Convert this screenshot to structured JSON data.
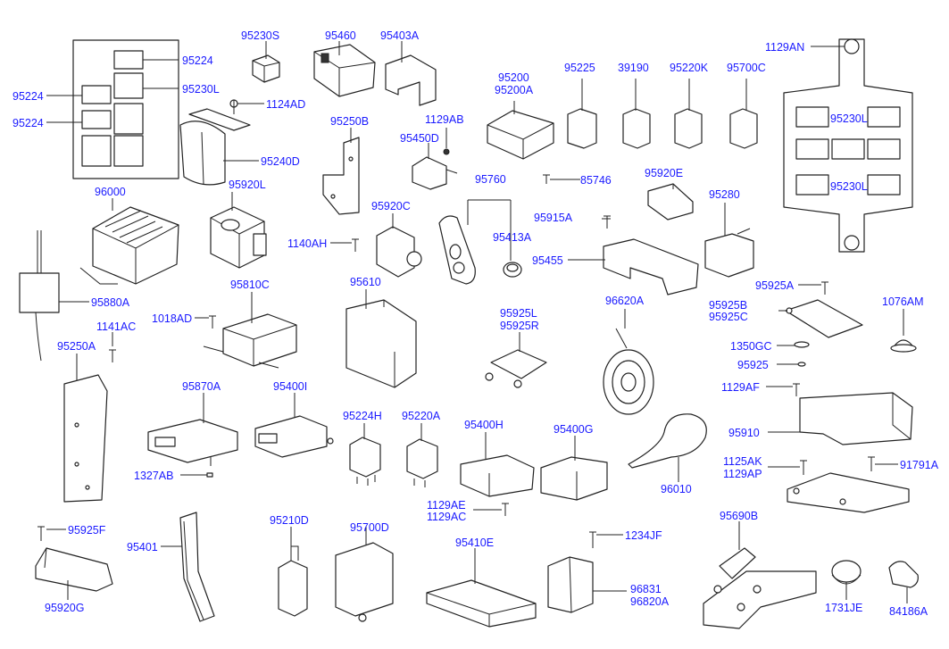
{
  "parts": [
    {
      "id": "p1",
      "label": "95230S"
    },
    {
      "id": "p2",
      "label": "95460"
    },
    {
      "id": "p3",
      "label": "95403A"
    },
    {
      "id": "p4",
      "label": "95224"
    },
    {
      "id": "p5",
      "label": "95224"
    },
    {
      "id": "p6",
      "label": "95224"
    },
    {
      "id": "p7",
      "label": "95230L"
    },
    {
      "id": "p8",
      "label": "1124AD"
    },
    {
      "id": "p9",
      "label": "95240D"
    },
    {
      "id": "p10",
      "label": "95250B"
    },
    {
      "id": "p11",
      "label": "1129AB"
    },
    {
      "id": "p12",
      "label": "95450D"
    },
    {
      "id": "p13",
      "label": "95200"
    },
    {
      "id": "p14",
      "label": "95200A"
    },
    {
      "id": "p15",
      "label": "95225"
    },
    {
      "id": "p16",
      "label": "39190"
    },
    {
      "id": "p17",
      "label": "95220K"
    },
    {
      "id": "p18",
      "label": "95700C"
    },
    {
      "id": "p19",
      "label": "1129AN"
    },
    {
      "id": "p20",
      "label": "95230L"
    },
    {
      "id": "p21",
      "label": "95230L"
    },
    {
      "id": "p22",
      "label": "85746"
    },
    {
      "id": "p23",
      "label": "95920E"
    },
    {
      "id": "p24",
      "label": "95280"
    },
    {
      "id": "p25",
      "label": "96000"
    },
    {
      "id": "p26",
      "label": "95920L"
    },
    {
      "id": "p27",
      "label": "95920C"
    },
    {
      "id": "p28",
      "label": "95760"
    },
    {
      "id": "p29",
      "label": "95915A"
    },
    {
      "id": "p30",
      "label": "1140AH"
    },
    {
      "id": "p31",
      "label": "95413A"
    },
    {
      "id": "p32",
      "label": "95455"
    },
    {
      "id": "p33",
      "label": "95880A"
    },
    {
      "id": "p34",
      "label": "95810C"
    },
    {
      "id": "p35",
      "label": "95610"
    },
    {
      "id": "p36",
      "label": "96620A"
    },
    {
      "id": "p37",
      "label": "95925A"
    },
    {
      "id": "p38",
      "label": "1076AM"
    },
    {
      "id": "p39",
      "label": "95925B"
    },
    {
      "id": "p40",
      "label": "95925C"
    },
    {
      "id": "p41",
      "label": "1018AD"
    },
    {
      "id": "p42",
      "label": "1141AC"
    },
    {
      "id": "p43",
      "label": "95925L"
    },
    {
      "id": "p44",
      "label": "95925R"
    },
    {
      "id": "p45",
      "label": "1350GC"
    },
    {
      "id": "p46",
      "label": "95925"
    },
    {
      "id": "p47",
      "label": "95250A"
    },
    {
      "id": "p48",
      "label": "1129AF"
    },
    {
      "id": "p49",
      "label": "95870A"
    },
    {
      "id": "p50",
      "label": "95400I"
    },
    {
      "id": "p51",
      "label": "95224H"
    },
    {
      "id": "p52",
      "label": "95220A"
    },
    {
      "id": "p53",
      "label": "95400H"
    },
    {
      "id": "p54",
      "label": "95400G"
    },
    {
      "id": "p55",
      "label": "95910"
    },
    {
      "id": "p56",
      "label": "1327AB"
    },
    {
      "id": "p57",
      "label": "96010"
    },
    {
      "id": "p58",
      "label": "1125AK"
    },
    {
      "id": "p59",
      "label": "1129AP"
    },
    {
      "id": "p60",
      "label": "91791A"
    },
    {
      "id": "p61",
      "label": "1129AE"
    },
    {
      "id": "p62",
      "label": "1129AC"
    },
    {
      "id": "p63",
      "label": "95925F"
    },
    {
      "id": "p64",
      "label": "95210D"
    },
    {
      "id": "p65",
      "label": "95700D"
    },
    {
      "id": "p66",
      "label": "1234JF"
    },
    {
      "id": "p67",
      "label": "95690B"
    },
    {
      "id": "p68",
      "label": "95401"
    },
    {
      "id": "p69",
      "label": "95410E"
    },
    {
      "id": "p70",
      "label": "96831"
    },
    {
      "id": "p71",
      "label": "96820A"
    },
    {
      "id": "p72",
      "label": "95920G"
    },
    {
      "id": "p73",
      "label": "1731JE"
    },
    {
      "id": "p74",
      "label": "84186A"
    }
  ]
}
